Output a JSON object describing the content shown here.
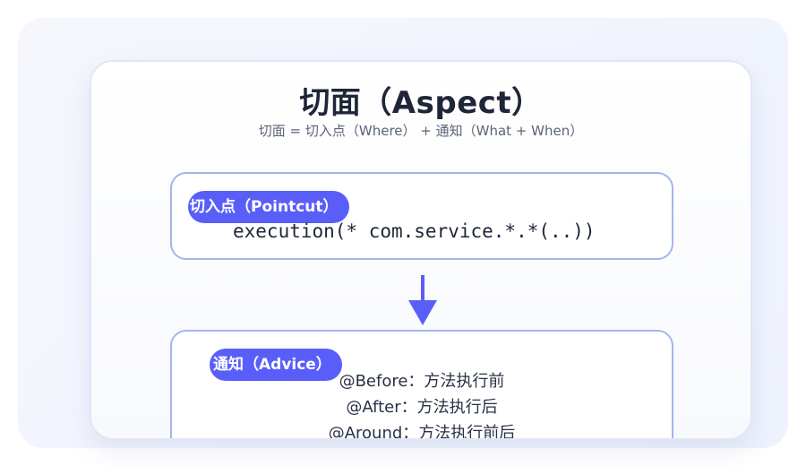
{
  "header": {
    "title": "切面（Aspect）",
    "subtitle": "切面 = 切入点（Where） + 通知（What + When）"
  },
  "pointcut": {
    "label": "切入点（Pointcut）",
    "expression": "execution(* com.service.*.*(..))"
  },
  "advice": {
    "label": "通知（Advice）",
    "lines": [
      "@Before：方法执行前",
      "@After：方法执行后",
      "@Around：方法执行前后"
    ]
  },
  "colors": {
    "accent": "#5a5ef8",
    "box_border": "#a3b5ee",
    "title": "#1f2638"
  },
  "icons": {
    "arrow": "arrow-down-icon"
  }
}
